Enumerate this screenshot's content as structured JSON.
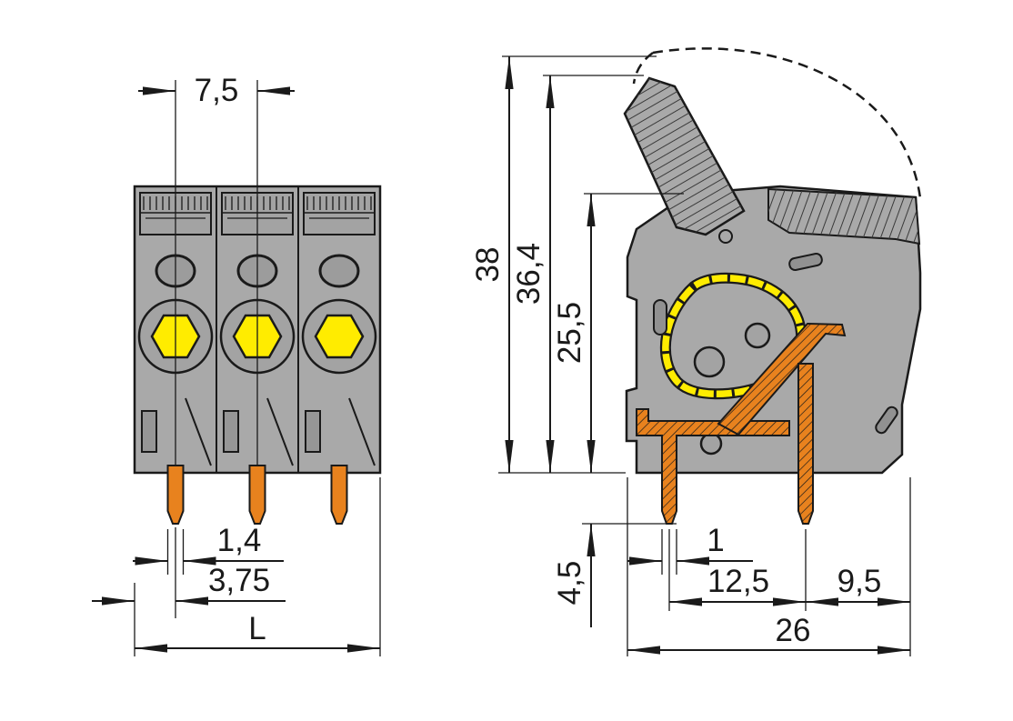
{
  "front_view": {
    "dim_pitch": "7,5",
    "dim_pin_width": "1,4",
    "dim_pin_offset": "3,75",
    "dim_length": "L"
  },
  "side_view": {
    "dim_total_height": "38",
    "dim_lever_height": "36,4",
    "dim_body_height": "25,5",
    "dim_pin_length": "4,5",
    "dim_pin_thickness": "1",
    "dim_pin_spacing": "12,5",
    "dim_back_depth": "9,5",
    "dim_total_depth": "26"
  },
  "colors": {
    "body_gray": "#a9a9a9",
    "detail_gray": "#a3a3a3",
    "outline": "#1a1a1a",
    "yellow": "#ffec00",
    "orange": "#e8821e"
  }
}
